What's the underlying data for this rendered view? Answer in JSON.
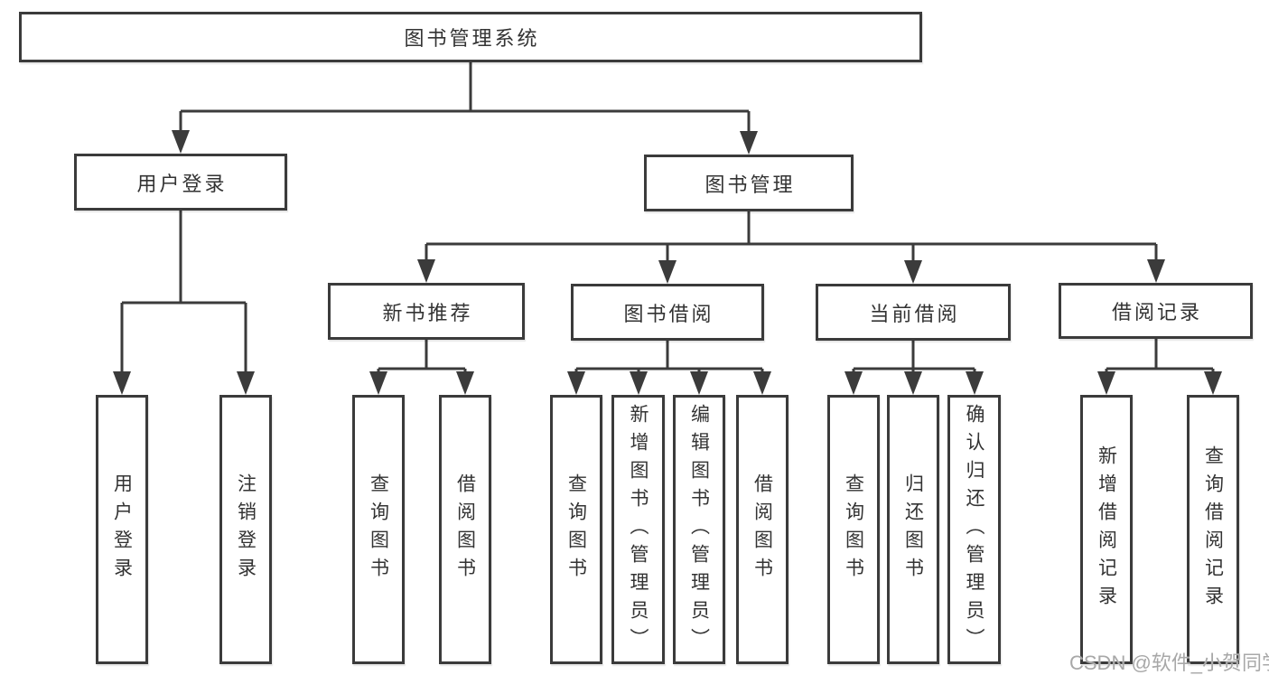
{
  "diagram": {
    "tree": {
      "label": "图书管理系统",
      "children": [
        {
          "label": "用户登录",
          "children": [
            {
              "label": "用户登录"
            },
            {
              "label": "注销登录"
            }
          ]
        },
        {
          "label": "图书管理",
          "children": [
            {
              "label": "新书推荐",
              "children": [
                {
                  "label": "查询图书"
                },
                {
                  "label": "借阅图书"
                }
              ]
            },
            {
              "label": "图书借阅",
              "children": [
                {
                  "label": "查询图书"
                },
                {
                  "label": "新增图书（管理员）"
                },
                {
                  "label": "编辑图书（管理员）"
                },
                {
                  "label": "借阅图书"
                }
              ]
            },
            {
              "label": "当前借阅",
              "children": [
                {
                  "label": "查询图书"
                },
                {
                  "label": "归还图书"
                },
                {
                  "label": "确认归还（管理员）"
                }
              ]
            },
            {
              "label": "借阅记录",
              "children": [
                {
                  "label": "新增借阅记录"
                },
                {
                  "label": "查询借阅记录"
                }
              ]
            }
          ]
        }
      ]
    }
  },
  "watermark": {
    "text": "CSDN @软件_小贺同学"
  },
  "colors": {
    "line": "#3b3b3b",
    "box_border": "#3b3b3b",
    "box_background": "#ffffff",
    "text": "#333333",
    "watermark_text": "#a8a8a8",
    "page_background": "#ffffff"
  }
}
